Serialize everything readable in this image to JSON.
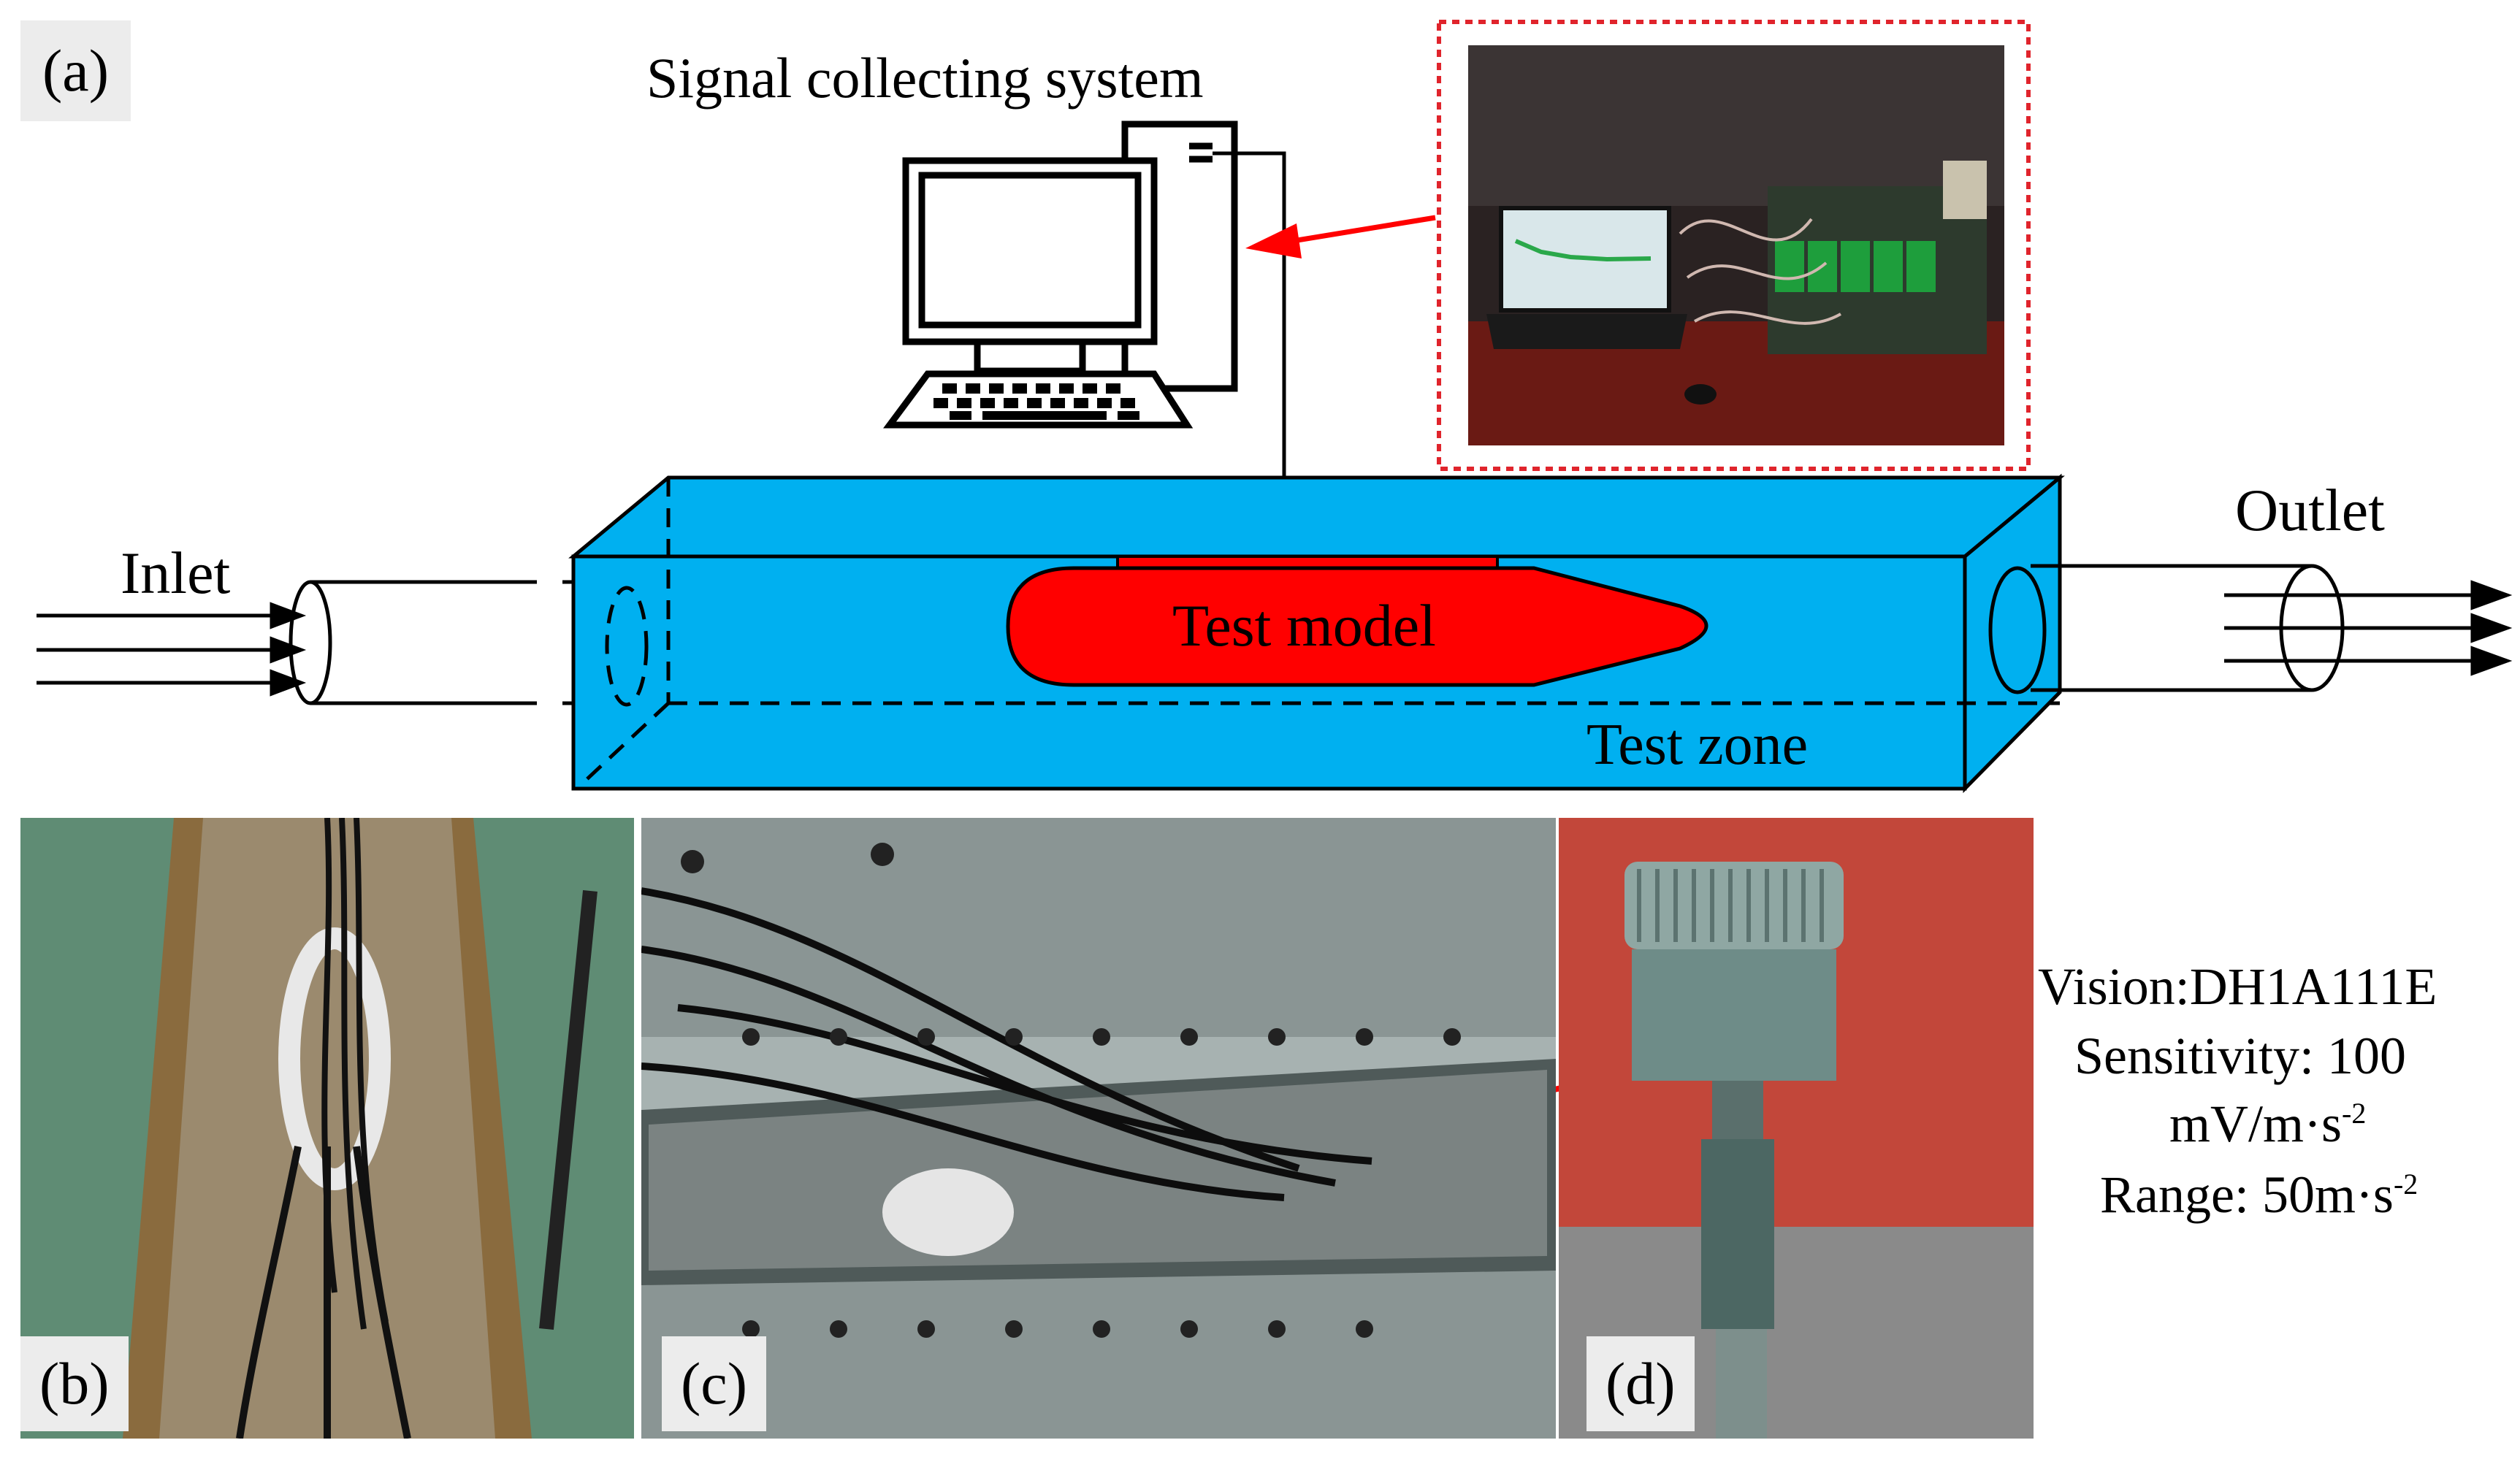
{
  "panel_labels": {
    "a": "(a)",
    "b": "(b)",
    "c": "(c)",
    "d": "(d)"
  },
  "diagram": {
    "signal_system_label": "Signal collecting system",
    "inlet_label": "Inlet",
    "outlet_label": "Outlet",
    "test_model_label": "Test model",
    "test_zone_label": "Test zone"
  },
  "sensor_specs": {
    "vision": "Vision:DH1A111E",
    "sensitivity": "Sensitivity: 100",
    "sensitivity_unit": "mV/m·s",
    "range_prefix": "Range: 50m·s",
    "exponent": "-2"
  },
  "colors": {
    "tunnel_blue": "#00b0f0",
    "model_red": "#ff0000",
    "arrow_red": "#ff0000",
    "dotted_frame": "#e0242c"
  }
}
